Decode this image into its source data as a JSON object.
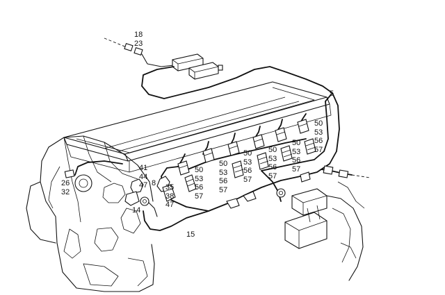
{
  "callouts": {
    "top_connector": [
      "18",
      "23"
    ],
    "harness_main": [
      "5"
    ],
    "bottom_harness": [
      "15"
    ],
    "left_sensor": [
      "26",
      "32"
    ],
    "sensor_group": [
      "41",
      "44",
      "47"
    ],
    "group_8": [
      "8"
    ],
    "group_35": [
      "35",
      "38",
      "47"
    ],
    "group_14": [
      "14"
    ],
    "plug_1": [
      "50",
      "53",
      "56",
      "57"
    ],
    "plug_2": [
      "50",
      "53",
      "56",
      "57"
    ],
    "plug_3": [
      "50",
      "53",
      "56",
      "57"
    ],
    "plug_4": [
      "50",
      "53",
      "56",
      "57"
    ],
    "plug_5": [
      "50",
      "53",
      "56",
      "57"
    ],
    "plug_6": [
      "50",
      "53",
      "56",
      "57"
    ]
  }
}
